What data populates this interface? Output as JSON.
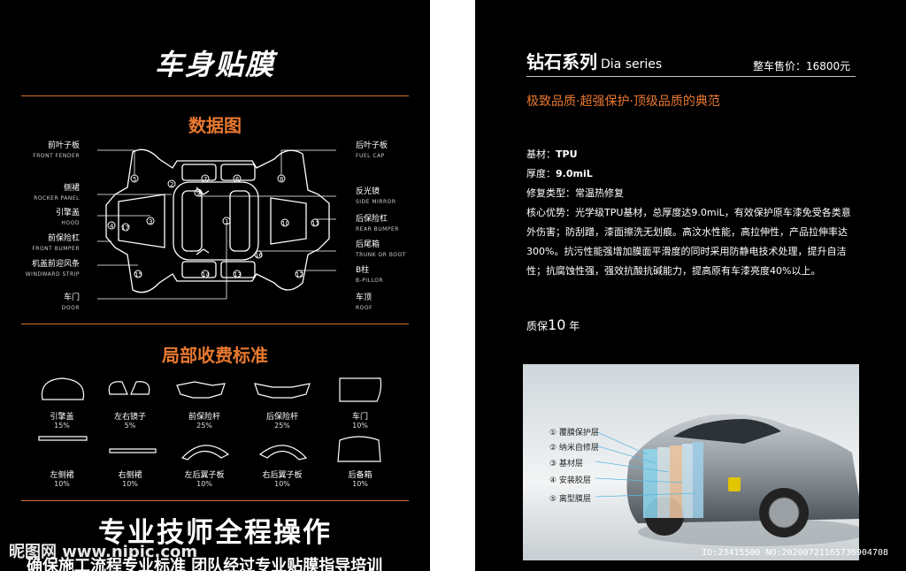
{
  "left": {
    "title": "车身贴膜",
    "section1": "数据图",
    "callouts_left": [
      {
        "cn": "前叶子板",
        "en": "FRONT FENDER"
      },
      {
        "cn": "侧裙",
        "en": "ROCKER PANEL"
      },
      {
        "cn": "引擎盖",
        "en": "HOOD"
      },
      {
        "cn": "前保险杠",
        "en": "FRONT BUMPER"
      },
      {
        "cn": "机盖前迎风条",
        "en": "WINDWARD STRIP"
      },
      {
        "cn": "车门",
        "en": "DOOR"
      }
    ],
    "callouts_right": [
      {
        "cn": "后叶子板",
        "en": "FUEL CAP"
      },
      {
        "cn": "反光镜",
        "en": "SIDE MIRROR"
      },
      {
        "cn": "后保险杠",
        "en": "REAR BUMPER"
      },
      {
        "cn": "后尾箱",
        "en": "TRUNK OR BOOT"
      },
      {
        "cn": "B柱",
        "en": "B-PILLOR"
      },
      {
        "cn": "车顶",
        "en": "ROOF"
      }
    ],
    "diagram_numbers": [
      "1",
      "2",
      "3",
      "4",
      "5",
      "6",
      "7",
      "8",
      "9",
      "10",
      "11",
      "12",
      "13",
      "14",
      "15",
      "16",
      "17"
    ],
    "section2": "局部收费标准",
    "parts_row1": [
      {
        "label": "引擎盖",
        "pct": "15%"
      },
      {
        "label": "左右镜子",
        "pct": "5%"
      },
      {
        "label": "前保险杆",
        "pct": "25%"
      },
      {
        "label": "后保险杆",
        "pct": "25%"
      },
      {
        "label": "车门",
        "pct": "10%"
      }
    ],
    "parts_row2": [
      {
        "label": "左侧裙",
        "pct": "10%"
      },
      {
        "label": "右侧裙",
        "pct": "10%"
      },
      {
        "label": "左后翼子板",
        "pct": "10%"
      },
      {
        "label": "右后翼子板",
        "pct": "10%"
      },
      {
        "label": "后备箱",
        "pct": "10%"
      }
    ],
    "slogan": "专业技师全程操作",
    "sub_slogan": "确保施工流程专业标准  团队经过专业贴膜指导培训",
    "watermark": "昵图网 www.nipic.com"
  },
  "right": {
    "title_cn": "钻石系列",
    "title_en": "Dia series",
    "price": "整车售价：16800元",
    "tagline": "极致品质·超强保护·顶级品质的典范",
    "specs": [
      {
        "label": "基材：",
        "value": "TPU"
      },
      {
        "label": "厚度：",
        "value": "9.0miL"
      },
      {
        "label": "修复类型：",
        "value": "常温热修复"
      }
    ],
    "advantage_label": "核心优势：",
    "advantage_text": "光学级TPU基材，总厚度达9.0miL，有效保护原车漆免受各类意外伤害；防刮蹭，漆面擦洗无划痕。高汶水性能，高拉伸性，产品拉伸率达300%。抗污性能强增加膜面平滑度的同时采用防静电技术处理，提升自洁性；抗腐蚀性强，强效抗酸抗碱能力，提高原有车漆亮度40%以上。",
    "warranty_prefix": "质保",
    "warranty_num": "10",
    "warranty_suffix": " 年",
    "layers": [
      "① 覆膜保护层",
      "② 纳米自修层",
      "③ 基材层",
      "④ 安装胶层",
      "⑤ 离型膜层"
    ],
    "id_mark": "ID:23415500 NO:20200721165736904708"
  },
  "colors": {
    "accent": "#e8782f",
    "panel": "#000000",
    "page": "#ffffff"
  }
}
